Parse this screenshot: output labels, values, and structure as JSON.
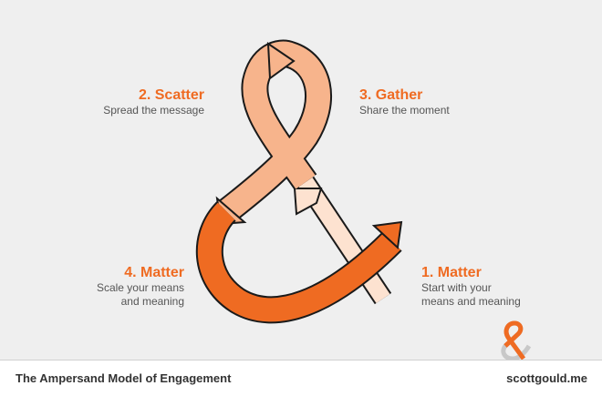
{
  "stages": {
    "scatter": {
      "title": "2. Scatter",
      "description": "Spread the message"
    },
    "gather": {
      "title": "3. Gather",
      "description": "Share the moment"
    },
    "matter_scale": {
      "title": "4. Matter",
      "description_line1": "Scale your means",
      "description_line2": "and meaning"
    },
    "matter_start": {
      "title": "1. Matter",
      "description_line1": "Start with your",
      "description_line2": "means and meaning"
    }
  },
  "footer": {
    "title": "The Ampersand Model of Engagement",
    "site": "scottgould.me"
  },
  "colors": {
    "orange": "#ef6b22",
    "light_orange": "#f7b48c",
    "pale_orange": "#fde2d0",
    "outline": "#1a1a1a",
    "logo_gray": "#c8c8c8"
  },
  "icons": {
    "logo": "ampersand-logo-icon"
  }
}
